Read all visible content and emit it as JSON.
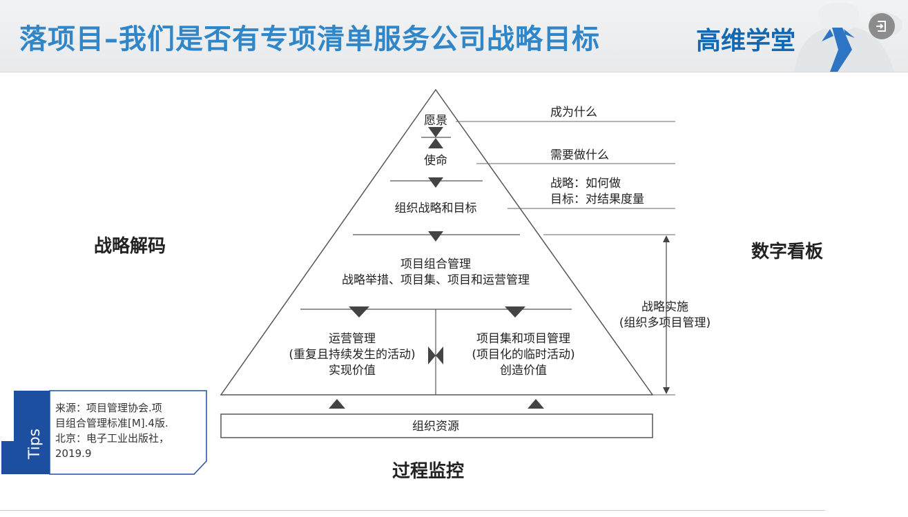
{
  "header": {
    "title": "落项目–我们是否有专项清单服务公司战略目标",
    "brand": "高维学堂"
  },
  "pyramid": {
    "levels": {
      "vision": "愿景",
      "mission": "使命",
      "org_strategy": "组织战略和目标",
      "portfolio_line1": "项目组合管理",
      "portfolio_line2": "战略举措、项目集、项目和运营管理",
      "ops_line1": "运营管理",
      "ops_line2": "(重复且持续发生的活动)",
      "ops_line3": "实现价值",
      "proj_line1": "项目集和项目管理",
      "proj_line2": "(项目化的临时活动)",
      "proj_line3": "创造价值"
    },
    "base": "组织资源"
  },
  "annotations": {
    "vision_note": "成为什么",
    "mission_note": "需要做什么",
    "strategy_note_line1": "战略：如何做",
    "strategy_note_line2": "目标：对结果度量",
    "implementation_line1": "战略实施",
    "implementation_line2": "(组织多项目管理)"
  },
  "side_labels": {
    "left": "战略解码",
    "right": "数字看板",
    "bottom": "过程监控"
  },
  "tips": {
    "label": "Tips",
    "lines": [
      "来源：项目管理协会.项",
      "目组合管理标准[M].4版.",
      "北京：电子工业出版社，",
      "2019.9"
    ]
  },
  "colors": {
    "title": "#2f86c8",
    "brand": "#1268b3",
    "tips_blue": "#1d4fa0",
    "arrow": "#444444"
  }
}
